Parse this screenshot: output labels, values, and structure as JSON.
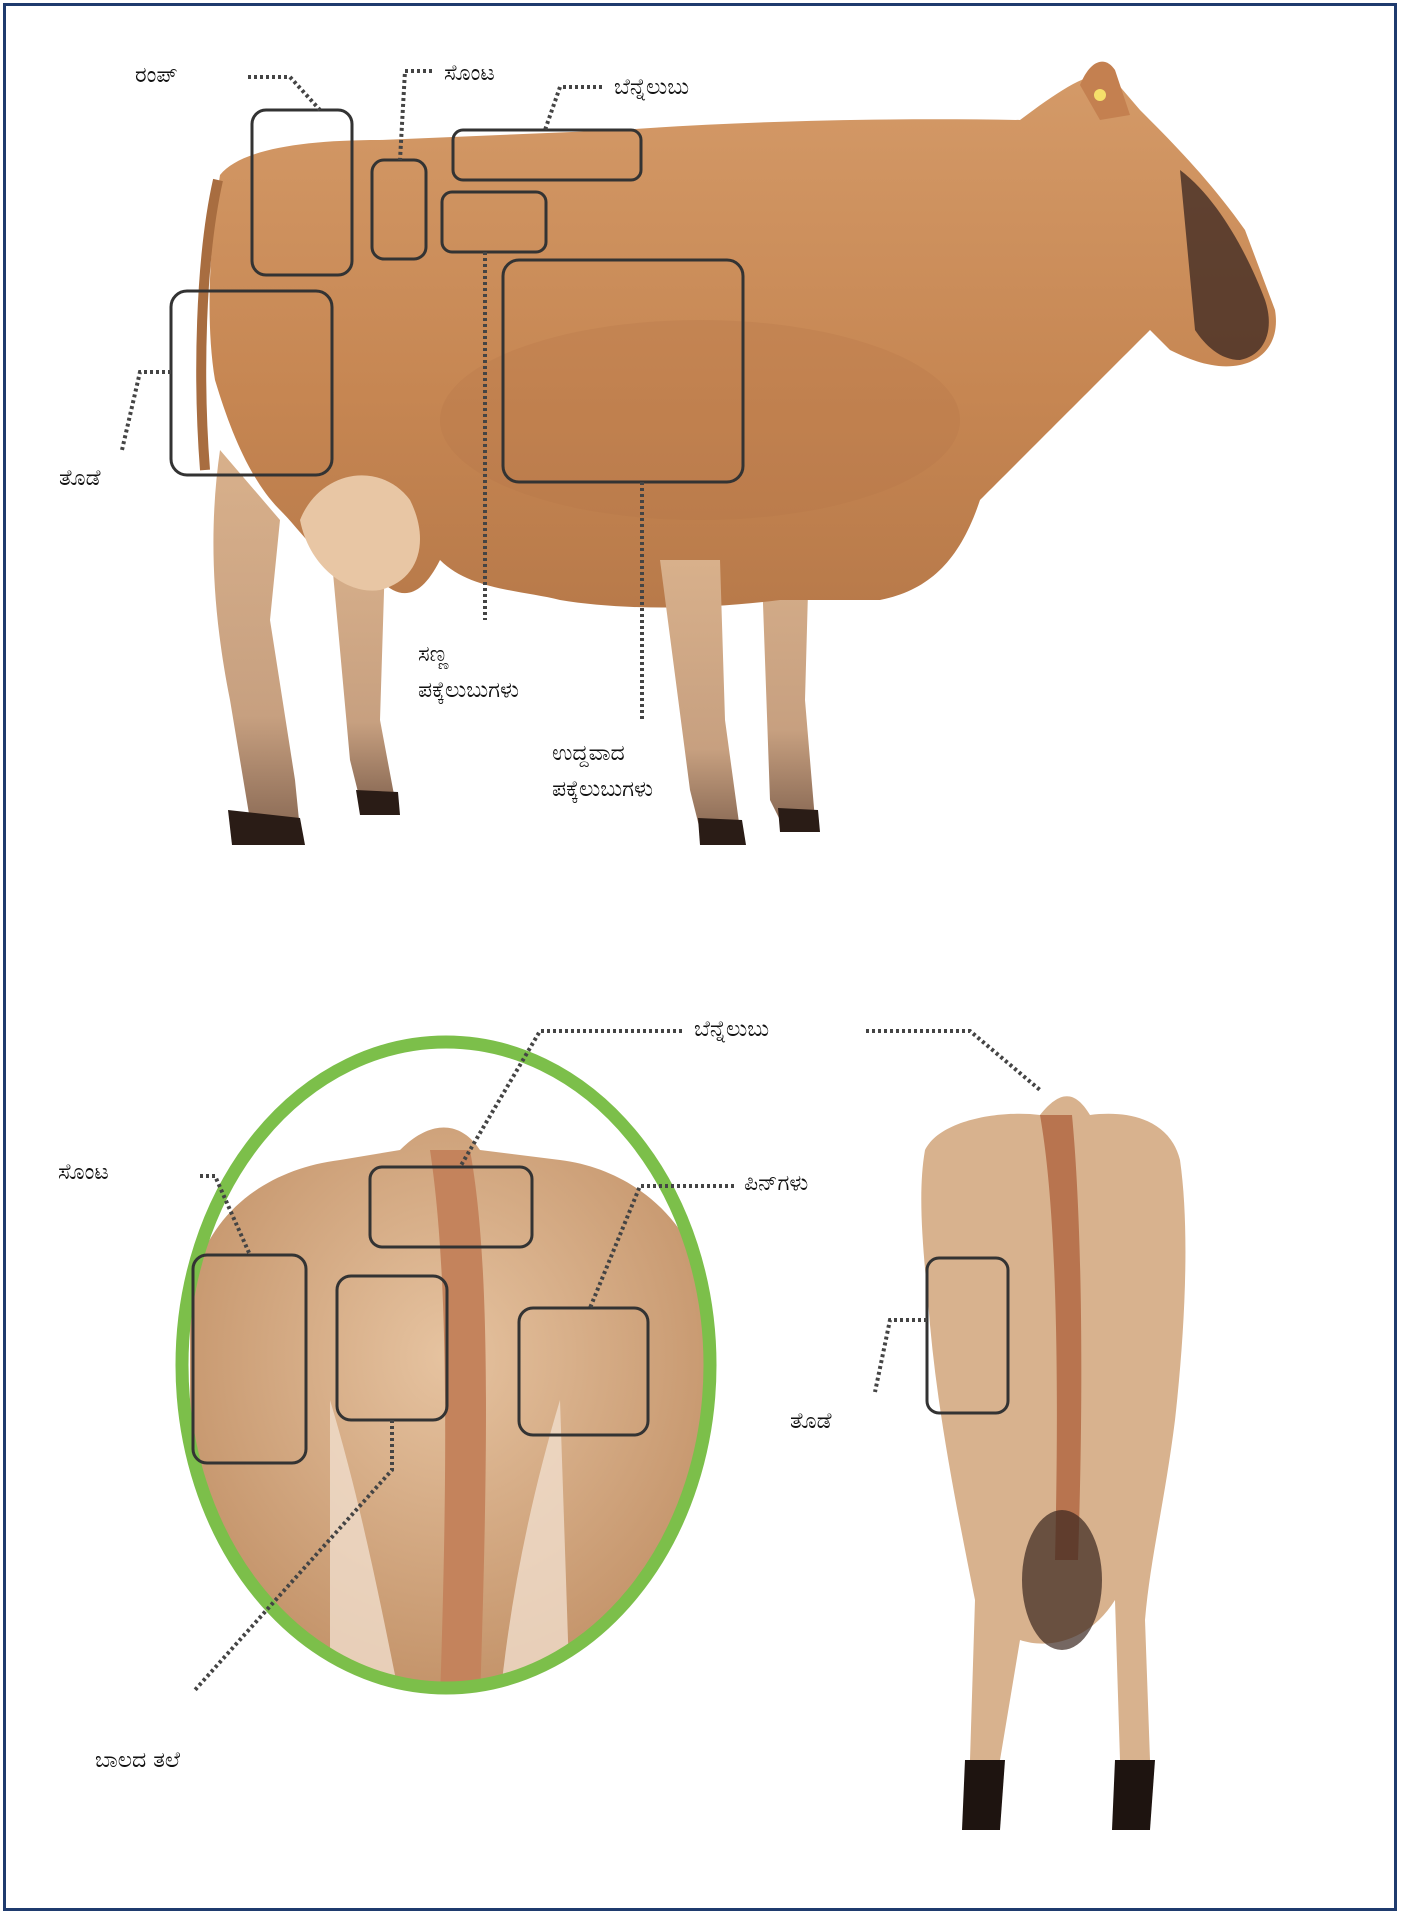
{
  "colors": {
    "border": "#1f3b6e",
    "coat": "#c98c5c",
    "coat_dark": "#9a6237",
    "coat_light": "#e3bd9a",
    "hoof": "#2a1c16",
    "ring": "#7cbf4a",
    "box_stroke": "#333333",
    "leader": "#444444"
  },
  "side_view": {
    "labels": {
      "rump": "ರಂಪ್",
      "hip": "ಸೊಂಟ",
      "backbone": "ಬೆನ್ನೆಲುಬು",
      "thigh": "ತೊಡೆ",
      "short_ribs_line1": "ಸಣ್ಣ",
      "short_ribs_line2": "ಪಕ್ಕೆಲುಬುಗಳು",
      "long_ribs_line1": "ಉದ್ದವಾದ",
      "long_ribs_line2": "ಪಕ್ಕೆಲುಬುಗಳು"
    }
  },
  "rear_view": {
    "labels": {
      "backbone": "ಬೆನ್ನೆಲುಬು",
      "hip": "ಸೊಂಟ",
      "pins": "ಪಿನ್‌ಗಳು",
      "thigh": "ತೊಡೆ",
      "tail_head": "ಬಾಲದ ತಲೆ"
    }
  }
}
